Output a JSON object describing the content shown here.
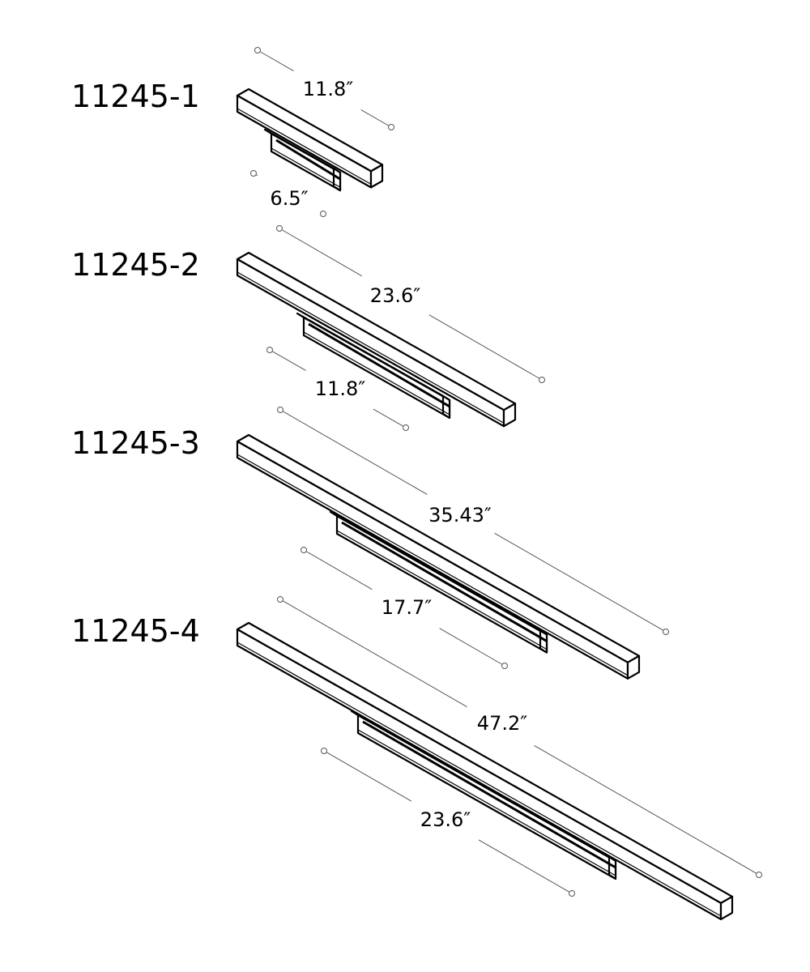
{
  "fixtures": [
    {
      "model": "11245-1",
      "overall_length": "11.8″",
      "bracket_length": "6.5″"
    },
    {
      "model": "11245-2",
      "overall_length": "23.6″",
      "bracket_length": "11.8″"
    },
    {
      "model": "11245-3",
      "overall_length": "35.43″",
      "bracket_length": "17.7″"
    },
    {
      "model": "11245-4",
      "overall_length": "47.2″",
      "bracket_length": "23.6″"
    }
  ],
  "colors": {
    "line": "#000000",
    "dimension_line": "#555555",
    "background": "#ffffff"
  }
}
